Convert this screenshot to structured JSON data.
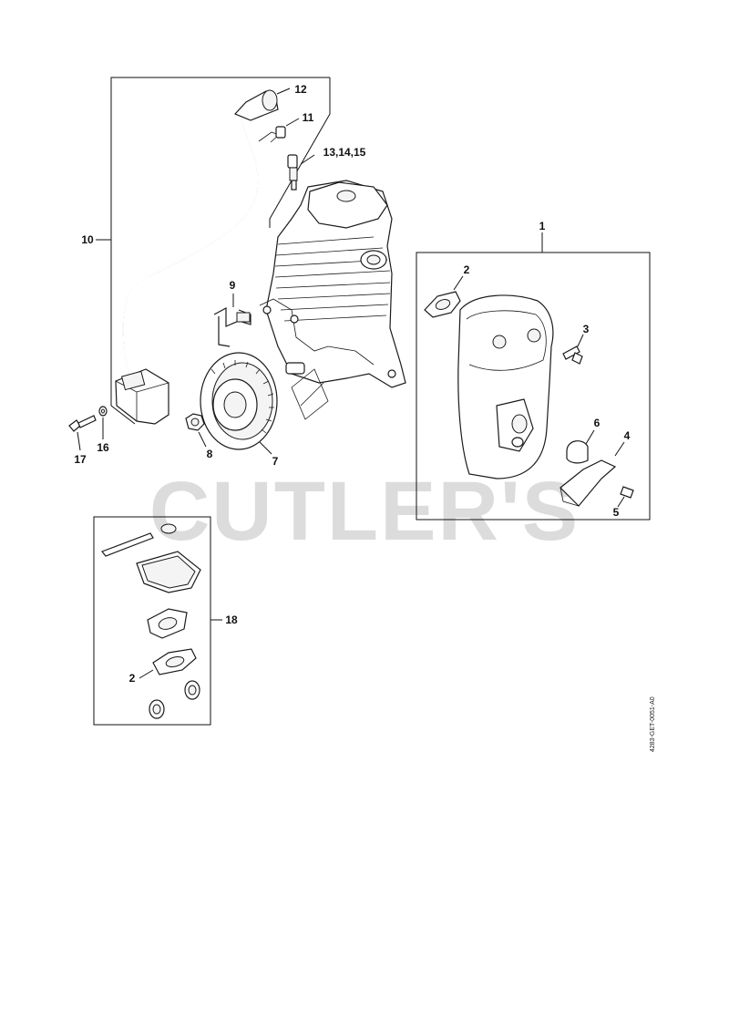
{
  "watermark": "CUTLER'S",
  "drawing_code": "4283-GET-0051-A0",
  "callouts": {
    "c1": "1",
    "c2a": "2",
    "c2b": "2",
    "c3": "3",
    "c4": "4",
    "c5": "5",
    "c6": "6",
    "c7": "7",
    "c8": "8",
    "c9": "9",
    "c10": "10",
    "c11": "11",
    "c12": "12",
    "c13": "13,14,15",
    "c16": "16",
    "c17": "17",
    "c18": "18"
  },
  "icons": [
    "ignition-coil",
    "spark-plug-boot",
    "spark-plug",
    "cylinder",
    "flywheel",
    "nut",
    "muffler",
    "gasket",
    "gasket-set",
    "screw",
    "washer",
    "spring-clip",
    "deflector"
  ]
}
